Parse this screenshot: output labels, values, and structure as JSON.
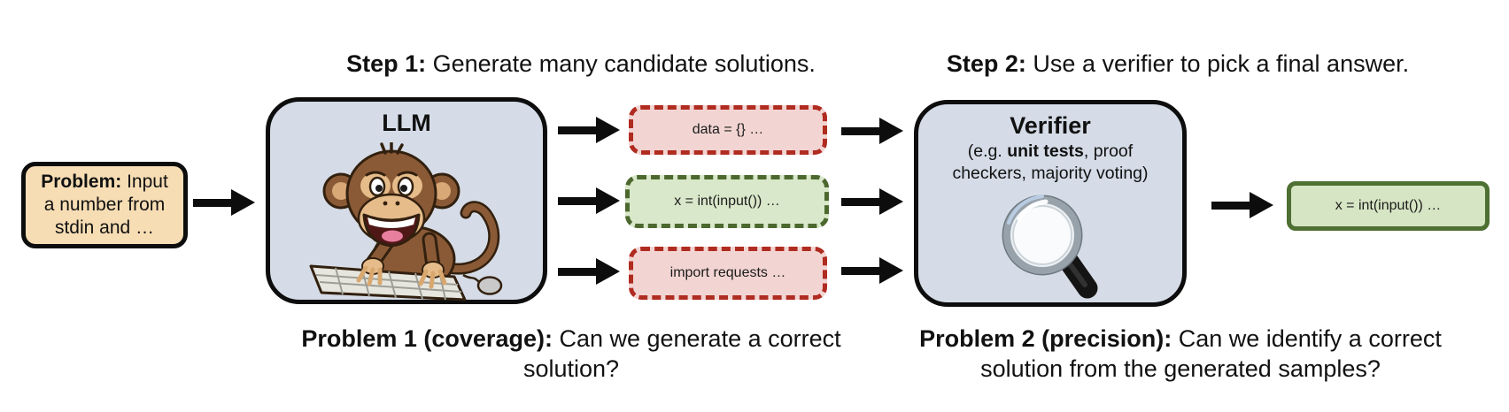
{
  "figure": {
    "step1_label": {
      "bold": "Step 1:",
      "text": " Generate many candidate solutions."
    },
    "step2_label": {
      "bold": "Step 2:",
      "text": " Use a verifier to pick a final answer."
    },
    "problem_box": {
      "title_bold": "Problem:",
      "title_rest": " Input",
      "line2": "a number from",
      "line3": "stdin and …"
    },
    "llm_box": {
      "title": "LLM",
      "icon": "monkey-typing-on-keyboard"
    },
    "candidates": [
      {
        "text": "data = {} …",
        "status": "incorrect"
      },
      {
        "text": "x = int(input()) …",
        "status": "correct"
      },
      {
        "text": "import requests …",
        "status": "incorrect"
      }
    ],
    "verifier_box": {
      "title": "Verifier",
      "subtitle_prefix": "(e.g. ",
      "subtitle_bold": "unit tests",
      "subtitle_suffix": ", proof checkers, majority voting)",
      "icon": "magnifying-glass"
    },
    "final_box": {
      "text": "x = int(input()) …",
      "status": "correct"
    },
    "problem1_label": {
      "bold": "Problem 1 (coverage):",
      "text": " Can we generate a correct solution?"
    },
    "problem2_label": {
      "bold": "Problem 2 (precision):",
      "text": " Can we identify a correct solution from the generated samples?"
    },
    "colors": {
      "problem_fill": "#F7DDB4",
      "module_fill": "#D5DCE7",
      "outline": "#0d0d0d",
      "incorrect_fill": "#F2D5D2",
      "incorrect_border": "#B02B20",
      "correct_fill": "#D9E8CA",
      "correct_border": "#4C682E",
      "final_fill": "#D6E5C3",
      "final_border": "#4E7032",
      "arrow": "#0d0d0d"
    }
  }
}
